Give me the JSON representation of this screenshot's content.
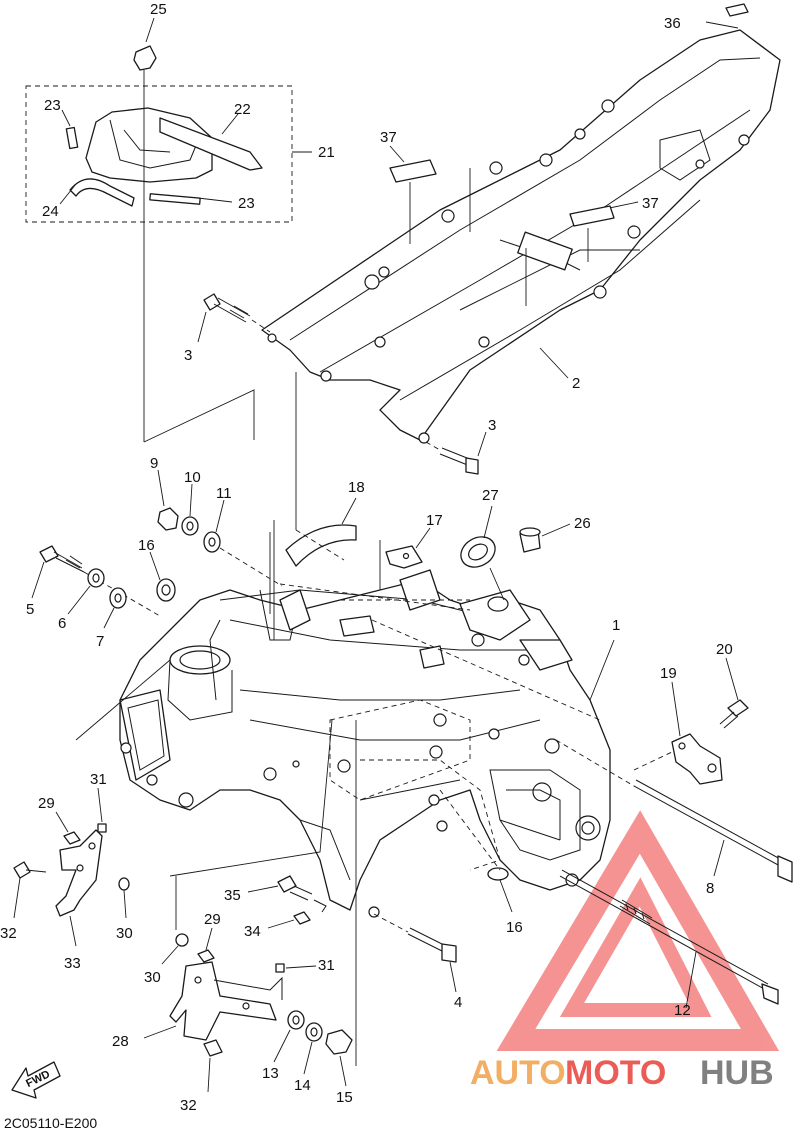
{
  "diagram_code": "2C05110-E200",
  "fwd_label": "FWD",
  "watermark": {
    "auto": "AUTO",
    "moto": "MOTO",
    "hub": "HUB",
    "colors": {
      "auto": "#f0a04a",
      "moto": "#e8403a",
      "hub": "#6b6b6b",
      "triangle": "#ee3b3b"
    }
  },
  "callouts": {
    "c1": "1",
    "c2": "2",
    "c3a": "3",
    "c3b": "3",
    "c4": "4",
    "c5": "5",
    "c6": "6",
    "c7": "7",
    "c8": "8",
    "c9": "9",
    "c10": "10",
    "c11": "11",
    "c12": "12",
    "c13": "13",
    "c14": "14",
    "c15": "15",
    "c16a": "16",
    "c16b": "16",
    "c17": "17",
    "c18": "18",
    "c19": "19",
    "c20": "20",
    "c21": "21",
    "c22": "22",
    "c23a": "23",
    "c23b": "23",
    "c24": "24",
    "c25": "25",
    "c26": "26",
    "c27": "27",
    "c28": "28",
    "c29a": "29",
    "c29b": "29",
    "c30a": "30",
    "c30b": "30",
    "c31a": "31",
    "c31b": "31",
    "c32a": "32",
    "c32b": "32",
    "c33": "33",
    "c34": "34",
    "c35": "35",
    "c36": "36",
    "c37a": "37",
    "c37b": "37"
  }
}
